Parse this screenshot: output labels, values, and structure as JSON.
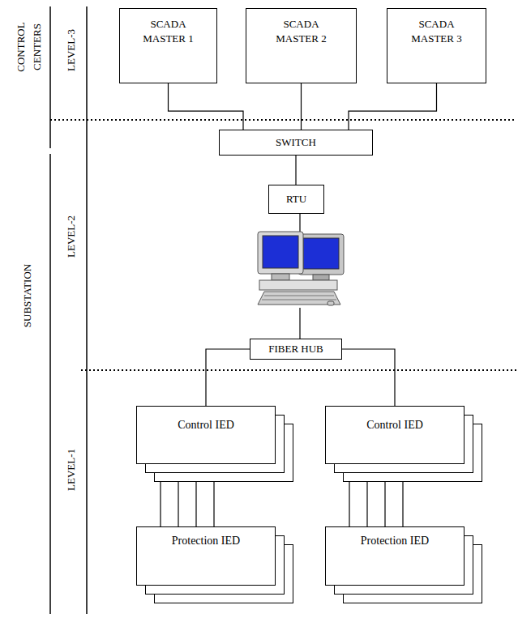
{
  "diagram": {
    "nodes": [
      {
        "text": [
          "SCADA MASTER 1"
        ]
      },
      {
        "text": [
          "SCADA MASTER 2"
        ]
      },
      {
        "text": [
          "SCADA MASTER 3"
        ]
      },
      {
        "text": [
          "SWITCH"
        ]
      },
      {
        "text": [
          "RTU"
        ]
      },
      {
        "text": [
          "FIBER HUB"
        ]
      },
      {
        "text": [
          "Control IED"
        ]
      },
      {
        "text": [
          "Control IED"
        ]
      },
      {
        "text": [
          "Protection IED"
        ]
      },
      {
        "text": [
          "Protection IED"
        ]
      }
    ],
    "edges": [
      {
        "from": 0,
        "to": 3,
        "arrow": "none"
      },
      {
        "from": 1,
        "to": 3,
        "arrow": "none"
      },
      {
        "from": 2,
        "to": 3,
        "arrow": "none"
      },
      {
        "from": 3,
        "to": 4,
        "arrow": "none"
      },
      {
        "from": 5,
        "to": 6,
        "arrow": "none"
      },
      {
        "from": 5,
        "to": 7,
        "arrow": "none"
      },
      {
        "from": 6,
        "to": 8,
        "arrow": "none"
      },
      {
        "from": 6,
        "to": 8,
        "arrow": "none"
      },
      {
        "from": 6,
        "to": 8,
        "arrow": "none"
      },
      {
        "from": 6,
        "to": 8,
        "arrow": "none"
      },
      {
        "from": 7,
        "to": 9,
        "arrow": "none"
      },
      {
        "from": 7,
        "to": 9,
        "arrow": "none"
      },
      {
        "from": 7,
        "to": 9,
        "arrow": "none"
      },
      {
        "from": 7,
        "to": 9,
        "arrow": "none"
      }
    ],
    "labels": [
      "CONTROL CENTERS",
      "LEVEL-3",
      "SUBSTATION",
      "LEVEL-2",
      "LEVEL-1"
    ]
  }
}
